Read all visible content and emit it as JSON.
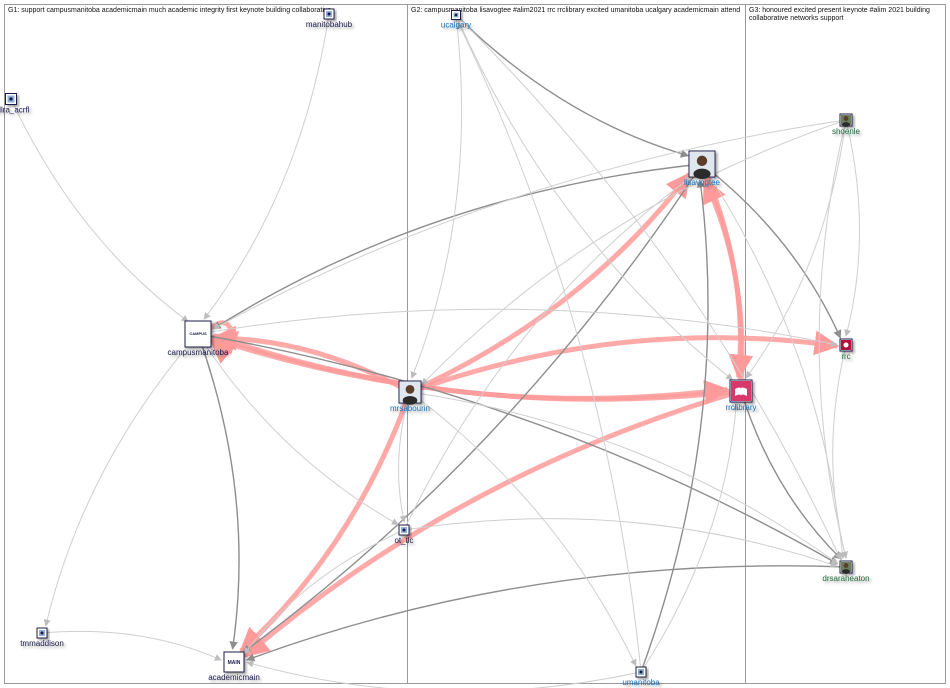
{
  "groups": [
    {
      "title": "G1: support campusmanitoba academicmain much academic integrity first keynote building collaborative"
    },
    {
      "title": "G2: campusmanitoba lisavogtee #alim2021 rrc rrclibrary excited umanitoba ucalgary academicmain attend"
    },
    {
      "title": "G3: honoured excited present keynote #alim 2021 building",
      "title2": "collaborative networks support"
    }
  ],
  "nodes": [
    {
      "id": "manitobahub",
      "label": "manitobahub",
      "group": 1,
      "icon": "profile-avatar",
      "color": "#1a1a4a"
    },
    {
      "id": "cdlra_acrfl",
      "label": "cdlra_acrfl",
      "group": 1,
      "icon": "profile-avatar",
      "color": "#1a1a4a"
    },
    {
      "id": "campusmanitoba",
      "label": "campusmanitoba",
      "group": 1,
      "icon": "campus-logo",
      "color": "#1a1a4a"
    },
    {
      "id": "tmmaddison",
      "label": "tmmaddison",
      "group": 1,
      "icon": "profile-avatar",
      "color": "#1a1a4a"
    },
    {
      "id": "academicmain",
      "label": "academicmain",
      "group": 1,
      "icon": "main-logo",
      "color": "#1a1a4a"
    },
    {
      "id": "ucalgary",
      "label": "ucalgary",
      "group": 2,
      "icon": "profile-avatar",
      "color": "#1a6fb5"
    },
    {
      "id": "lisavogtee",
      "label": "lisavogtee",
      "group": 2,
      "icon": "profile-photo",
      "color": "#1a6fb5"
    },
    {
      "id": "mrsabourin",
      "label": "mrsabourin",
      "group": 2,
      "icon": "profile-photo",
      "color": "#1a6fb5"
    },
    {
      "id": "rrclibrary",
      "label": "rrclibrary",
      "group": 2,
      "icon": "library-logo",
      "color": "#1a6fb5"
    },
    {
      "id": "ot_tlc",
      "label": "ot_tlc",
      "group": 2,
      "icon": "profile-avatar",
      "color": "#1a1a4a"
    },
    {
      "id": "umanitoba",
      "label": "umanitoba",
      "group": 2,
      "icon": "profile-avatar",
      "color": "#1a6fb5"
    },
    {
      "id": "shoenle",
      "label": "shoenle",
      "group": 3,
      "icon": "profile-photo",
      "color": "#1e6b3a"
    },
    {
      "id": "rrc",
      "label": "rrc",
      "group": 3,
      "icon": "rrc-logo",
      "color": "#1e6b3a"
    },
    {
      "id": "drsaraheaton",
      "label": "drsaraheaton",
      "group": 3,
      "icon": "profile-photo",
      "color": "#1e6b3a"
    }
  ],
  "edges": [
    {
      "from": "mrsabourin",
      "to": "campusmanitoba",
      "kind": "strong"
    },
    {
      "from": "rrclibrary",
      "to": "campusmanitoba",
      "kind": "strong"
    },
    {
      "from": "campusmanitoba",
      "to": "rrclibrary",
      "kind": "strong"
    },
    {
      "from": "campusmanitoba",
      "to": "campusmanitoba",
      "kind": "self"
    },
    {
      "from": "mrsabourin",
      "to": "lisavogtee",
      "kind": "strong"
    },
    {
      "from": "lisavogtee",
      "to": "rrclibrary",
      "kind": "strong"
    },
    {
      "from": "rrclibrary",
      "to": "lisavogtee",
      "kind": "strong"
    },
    {
      "from": "mrsabourin",
      "to": "academicmain",
      "kind": "strong"
    },
    {
      "from": "rrclibrary",
      "to": "academicmain",
      "kind": "strong"
    },
    {
      "from": "mrsabourin",
      "to": "rrc",
      "kind": "strong"
    },
    {
      "from": "lisavogtee",
      "to": "campusmanitoba",
      "kind": "medium"
    },
    {
      "from": "lisavogtee",
      "to": "academicmain",
      "kind": "medium"
    },
    {
      "from": "ucalgary",
      "to": "lisavogtee",
      "kind": "medium"
    },
    {
      "from": "campusmanitoba",
      "to": "drsaraheaton",
      "kind": "medium"
    },
    {
      "from": "rrclibrary",
      "to": "drsaraheaton",
      "kind": "medium"
    },
    {
      "from": "lisavogtee",
      "to": "rrc",
      "kind": "medium"
    },
    {
      "from": "umanitoba",
      "to": "lisavogtee",
      "kind": "medium"
    },
    {
      "from": "campusmanitoba",
      "to": "academicmain",
      "kind": "medium"
    },
    {
      "from": "drsaraheaton",
      "to": "academicmain",
      "kind": "medium"
    },
    {
      "from": "manitobahub",
      "to": "campusmanitoba",
      "kind": "light"
    },
    {
      "from": "cdlra_acrfl",
      "to": "campusmanitoba",
      "kind": "light"
    },
    {
      "from": "tmmaddison",
      "to": "academicmain",
      "kind": "light"
    },
    {
      "from": "campusmanitoba",
      "to": "tmmaddison",
      "kind": "light"
    },
    {
      "from": "campusmanitoba",
      "to": "rrc",
      "kind": "light"
    },
    {
      "from": "campusmanitoba",
      "to": "ot_tlc",
      "kind": "light"
    },
    {
      "from": "ucalgary",
      "to": "mrsabourin",
      "kind": "light"
    },
    {
      "from": "ucalgary",
      "to": "rrclibrary",
      "kind": "light"
    },
    {
      "from": "ucalgary",
      "to": "drsaraheaton",
      "kind": "light"
    },
    {
      "from": "shoenle",
      "to": "campusmanitoba",
      "kind": "light"
    },
    {
      "from": "shoenle",
      "to": "rrc",
      "kind": "light"
    },
    {
      "from": "shoenle",
      "to": "drsaraheaton",
      "kind": "light"
    },
    {
      "from": "shoenle",
      "to": "rrclibrary",
      "kind": "light"
    },
    {
      "from": "shoenle",
      "to": "mrsabourin",
      "kind": "light"
    },
    {
      "from": "lisavogtee",
      "to": "drsaraheaton",
      "kind": "light"
    },
    {
      "from": "rrc",
      "to": "drsaraheaton",
      "kind": "light"
    },
    {
      "from": "mrsabourin",
      "to": "drsaraheaton",
      "kind": "light"
    },
    {
      "from": "mrsabourin",
      "to": "ot_tlc",
      "kind": "light"
    },
    {
      "from": "mrsabourin",
      "to": "umanitoba",
      "kind": "light"
    },
    {
      "from": "ot_tlc",
      "to": "academicmain",
      "kind": "light"
    },
    {
      "from": "ot_tlc",
      "to": "drsaraheaton",
      "kind": "light"
    },
    {
      "from": "umanitoba",
      "to": "rrclibrary",
      "kind": "light"
    },
    {
      "from": "umanitoba",
      "to": "academicmain",
      "kind": "light"
    },
    {
      "from": "umanitoba",
      "to": "ucalgary",
      "kind": "light"
    },
    {
      "from": "ot_tlc",
      "to": "lisavogtee",
      "kind": "light"
    }
  ],
  "colors": {
    "strong": "#ff9a9a",
    "medium": "#8e8e8e",
    "light": "#cfcfcf",
    "panel_border": "#9a9a9a"
  }
}
